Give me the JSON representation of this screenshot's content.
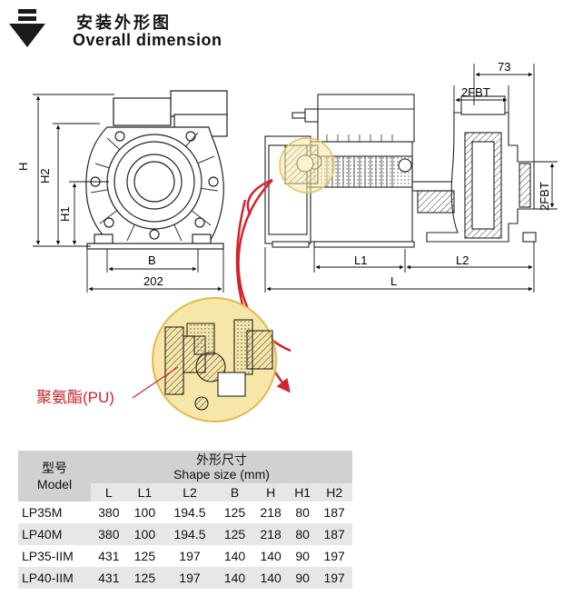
{
  "header": {
    "title_cn": "安装外形图",
    "title_en": "Overall dimension"
  },
  "drawing": {
    "dims": {
      "h": "H",
      "h2": "H2",
      "h1": "H1",
      "b": "B",
      "width_202": "202",
      "dim_73": "73",
      "fbt_top": "2FBT",
      "fbt_side": "2FBT",
      "l1": "L1",
      "l2": "L2",
      "l": "L"
    },
    "callout_label": "聚氨酯(PU)",
    "accent_color": "#d2232a"
  },
  "table": {
    "model_header_cn": "型号",
    "model_header_en": "Model",
    "shape_header_cn": "外形尺寸",
    "shape_header_en": "Shape size (mm)",
    "columns": [
      "L",
      "L1",
      "L2",
      "B",
      "H",
      "H1",
      "H2"
    ],
    "rows": [
      {
        "model": "LP35M",
        "values": [
          "380",
          "100",
          "194.5",
          "125",
          "218",
          "80",
          "187"
        ]
      },
      {
        "model": "LP40M",
        "values": [
          "380",
          "100",
          "194.5",
          "125",
          "218",
          "80",
          "187"
        ]
      },
      {
        "model": "LP35-IIM",
        "values": [
          "431",
          "125",
          "197",
          "140",
          "140",
          "90",
          "197"
        ]
      },
      {
        "model": "LP40-IIM",
        "values": [
          "431",
          "125",
          "197",
          "140",
          "140",
          "90",
          "197"
        ]
      }
    ]
  }
}
